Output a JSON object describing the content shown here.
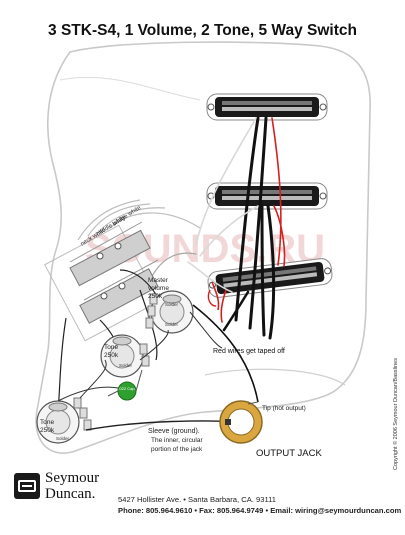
{
  "title": "3 STK-S4, 1 Volume, 2 Tone, 5 Way Switch",
  "watermark": "SOUNDS.RU",
  "switch_labels": {
    "neck": "neck white",
    "middle": "middle white",
    "bridge": "bridge white"
  },
  "pots": {
    "master_volume": {
      "line1": "Master",
      "line2": "volume",
      "line3": "250k",
      "solder": "Solder"
    },
    "tone_1": {
      "line1": "Tone",
      "line2": "250k",
      "solder": "Solder"
    },
    "tone_2": {
      "line1": "Tone",
      "line2": "250k",
      "solder": "Solder"
    }
  },
  "capacitor_label": ".022 Cap.",
  "red_wires_note": "Red wires get taped off",
  "jack": {
    "tip": "Tip (hot output)",
    "sleeve_line1": "Sleeve (ground).",
    "sleeve_line2": "The inner, circular",
    "sleeve_line3": "portion of the jack",
    "label": "OUTPUT JACK"
  },
  "brand": {
    "line1": "Seymour",
    "line2": "Duncan."
  },
  "address": "5427 Hollister Ave. • Santa Barbara, CA. 93111",
  "contact": "Phone: 805.964.9610 • Fax: 805.964.9749 • Email: wiring@seymourduncan.com",
  "copyright": "Copyright © 2006 Seymour Duncan/Basslines",
  "colors": {
    "wire_black": "#111111",
    "wire_red": "#d62020",
    "wire_white": "#d9d9d9",
    "pickup_body": "#1a1a1a",
    "capacitor": "#2fa02f",
    "jack_gold": "#d9a640",
    "watermark": "#e7b7b7"
  }
}
